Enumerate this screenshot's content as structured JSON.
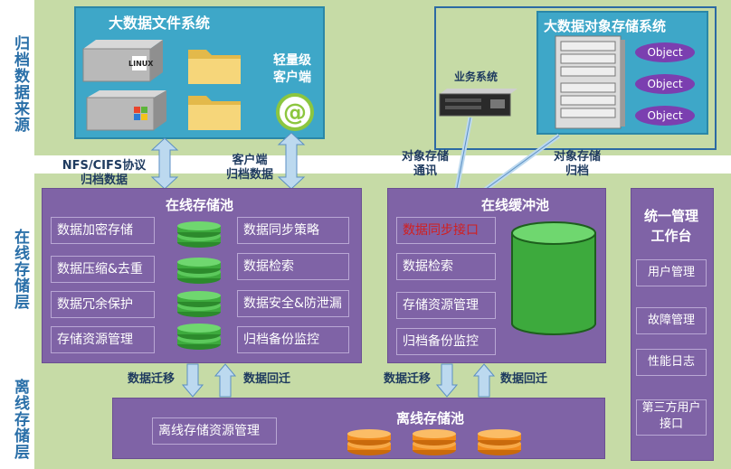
{
  "side_labels": {
    "archive_source": "归档数据来源",
    "online_storage": "在线存储层",
    "offline_storage": "离线存储层"
  },
  "bigdata_fs": {
    "title": "大数据文件系统",
    "client_label": "轻量级\n客户端",
    "logo_text": "LINUX"
  },
  "object_storage": {
    "title": "大数据对象存储系统",
    "objects": [
      "Object",
      "Object",
      "Object"
    ],
    "business_label": "业务系统"
  },
  "arrows": {
    "nfs": "NFS/CIFS协议\n归档数据",
    "client": "客户端\n归档数据",
    "obj_comm": "对象存储\n通讯",
    "obj_archive": "对象存储\n归档",
    "migrate_left": "数据迁移",
    "return_left": "数据回迁",
    "migrate_right": "数据迁移",
    "return_right": "数据回迁"
  },
  "online_pool": {
    "title": "在线存储池",
    "left_items": [
      "数据加密存储",
      "数据压缩&去重",
      "数据冗余保护",
      "存储资源管理"
    ],
    "right_items": [
      "数据同步策略",
      "数据检索",
      "数据安全&防泄漏",
      "归档备份监控"
    ]
  },
  "buffer_pool": {
    "title": "在线缓冲池",
    "items": [
      "数据同步接口",
      "数据检索",
      "存储资源管理",
      "归档备份监控"
    ]
  },
  "offline_pool": {
    "title": "离线存储池",
    "item": "离线存储资源管理"
  },
  "management": {
    "title": "统一管理\n工作台",
    "items": [
      "用户管理",
      "故障管理",
      "性能日志",
      "第三方用户\n接口"
    ]
  },
  "colors": {
    "band": "#c6dba6",
    "blue": "#3ea7c8",
    "purple": "#7f63a6",
    "green_disk": "#3daa3d",
    "orange_disk": "#f08a1c",
    "highlight_text": "#d21f1f"
  }
}
